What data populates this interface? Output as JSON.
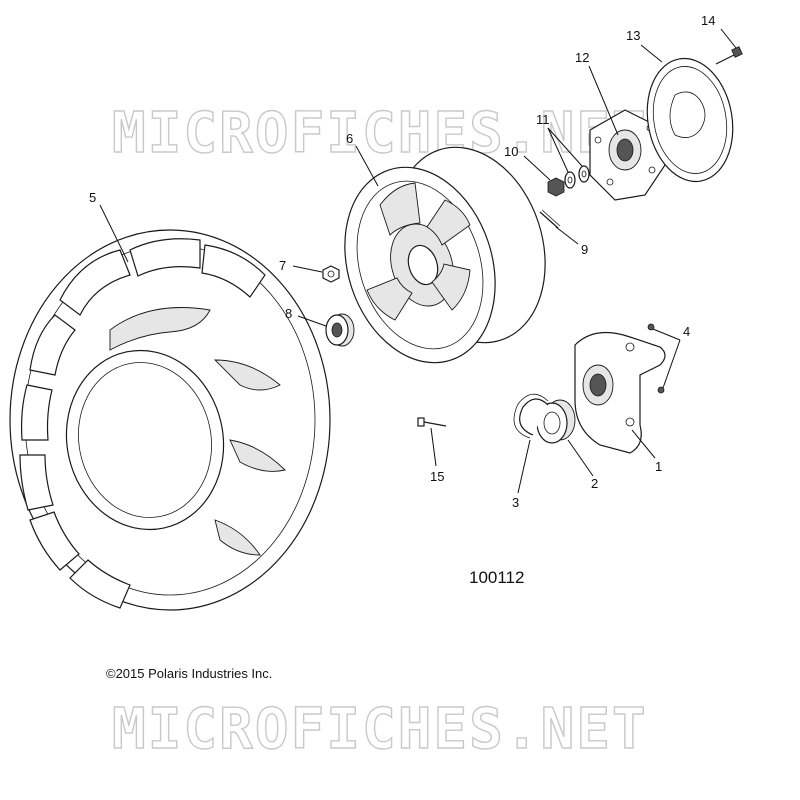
{
  "watermark": {
    "text": "MICROFICHES.NET"
  },
  "diagram_number": "100112",
  "copyright": "©2015 Polaris Industries Inc.",
  "callouts": [
    "1",
    "2",
    "3",
    "4",
    "5",
    "6",
    "7",
    "8",
    "9",
    "10",
    "11",
    "12",
    "13",
    "14",
    "15"
  ]
}
